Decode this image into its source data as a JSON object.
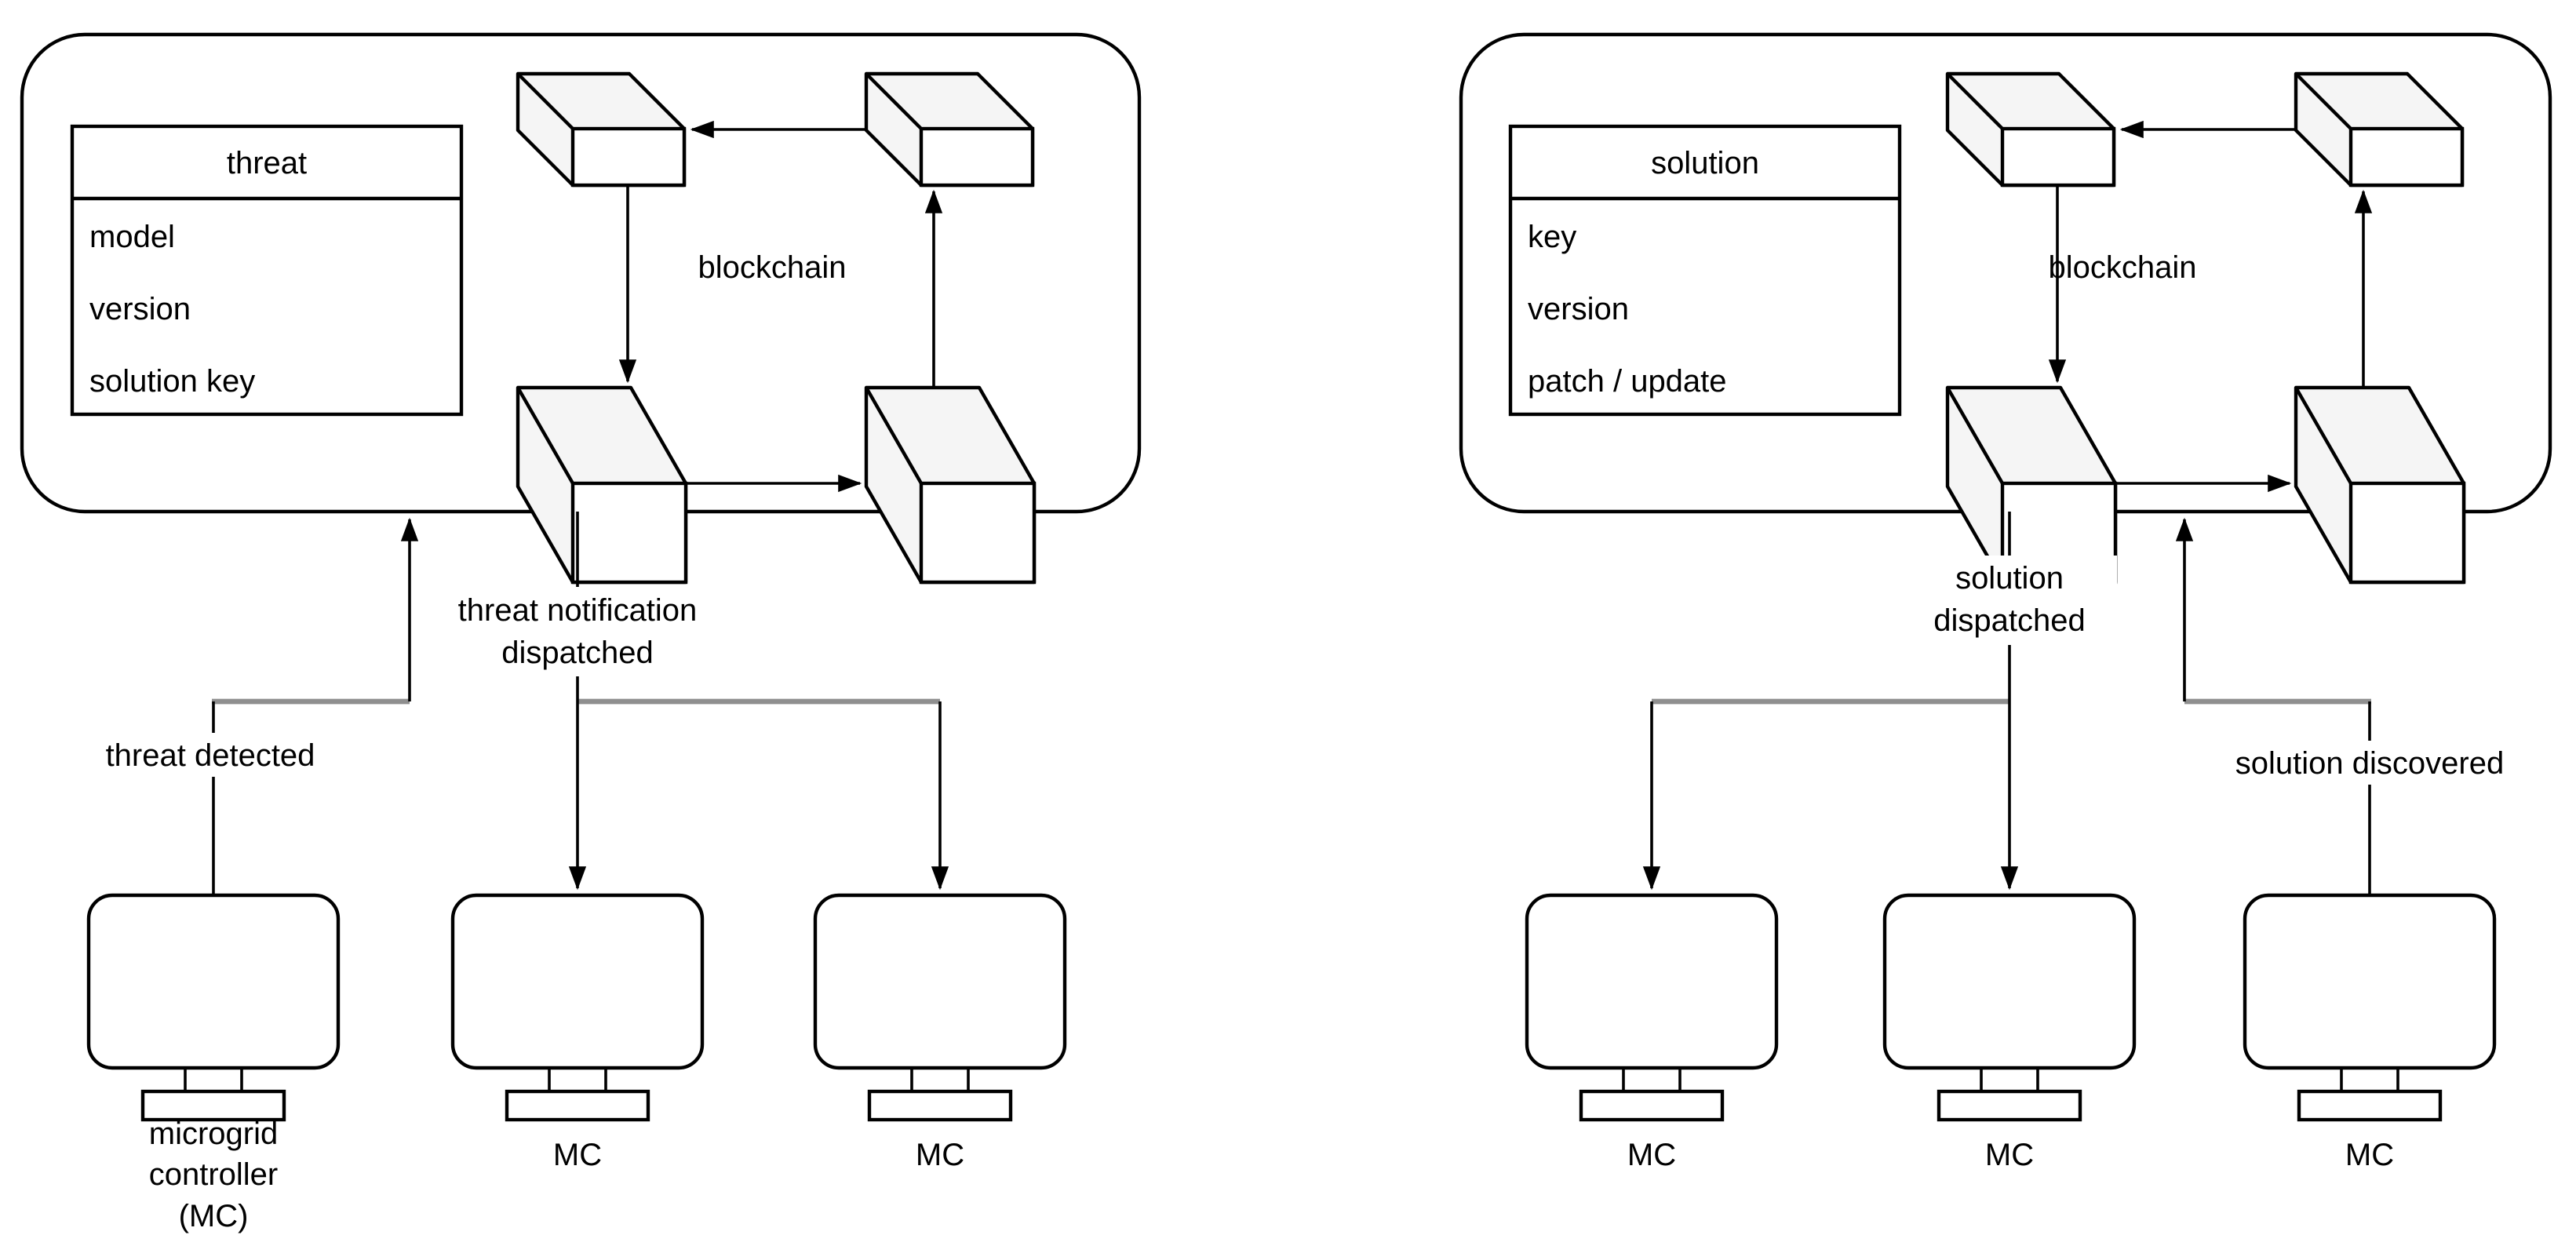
{
  "left": {
    "record": {
      "title": "threat",
      "rows": [
        "model",
        "version",
        "solution key"
      ]
    },
    "blockchain_label": "blockchain",
    "edge_labels": {
      "detected": "threat detected",
      "dispatched_line1": "threat notification",
      "dispatched_line2": "dispatched"
    },
    "monitors": {
      "m1_label_line1": "microgrid",
      "m1_label_line2": "controller",
      "m1_label_line3": "(MC)",
      "m2_label": "MC",
      "m3_label": "MC"
    }
  },
  "right": {
    "record": {
      "title": "solution",
      "rows": [
        "key",
        "version",
        "patch / update"
      ]
    },
    "blockchain_label": "blockchain",
    "edge_labels": {
      "dispatched_line1": "solution",
      "dispatched_line2": "dispatched",
      "discovered": "solution discovered"
    },
    "monitors": {
      "m4_label": "MC",
      "m5_label": "MC",
      "m6_label": "MC"
    }
  },
  "colors": {
    "stroke": "#000000",
    "cube_shade": "#f5f5f5",
    "cube_front": "#ffffff",
    "connector_gray": "#8f8f8f",
    "background": "#ffffff",
    "text": "#000000"
  }
}
